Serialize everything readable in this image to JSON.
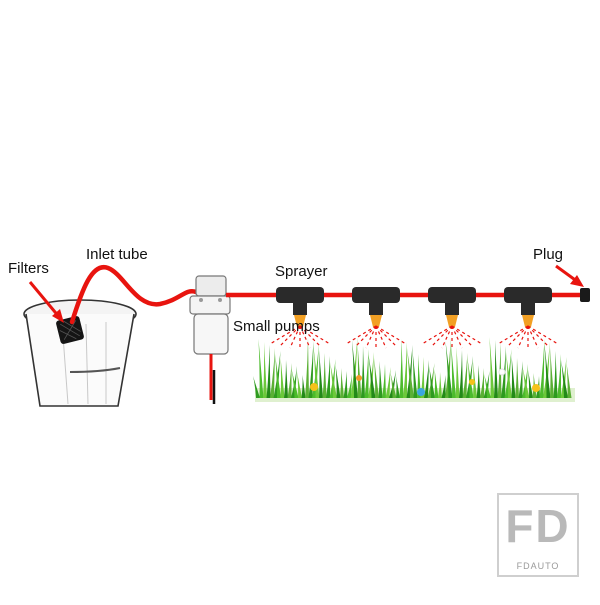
{
  "labels": {
    "filters": "Filters",
    "inlet_tube": "Inlet tube",
    "sprayer": "Sprayer",
    "small_pumps": "Small pumps",
    "plug": "Plug"
  },
  "watermark": {
    "mark": "FD",
    "subtext": "FDAUTO"
  },
  "colors": {
    "tube": "#e8140f",
    "arrow": "#e8140f",
    "nozzle": "#f2a024",
    "spray": "#e8140f",
    "connector": "#2a2a2a",
    "grass": "#3fae2a"
  }
}
